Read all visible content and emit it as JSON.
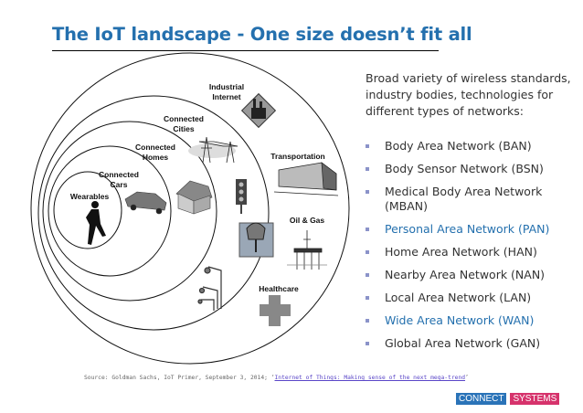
{
  "slide": {
    "title": "The IoT landscape - One size doesn’t fit all",
    "diagram": {
      "rings": [
        "Wearables",
        "Connected Cars",
        "Connected Homes",
        "Connected Cities",
        "Industrial Internet"
      ],
      "labels": {
        "wearables": "Wearables",
        "cars": [
          "Connected",
          "Cars"
        ],
        "homes": [
          "Connected",
          "Homes"
        ],
        "cities": [
          "Connected",
          "Cities"
        ],
        "industrial": [
          "Industrial",
          "Internet"
        ],
        "transportation": "Transportation",
        "oil_gas": "Oil & Gas",
        "healthcare": "Healthcare"
      },
      "icons": [
        "runner-icon",
        "car-icon",
        "house-icon",
        "power-lines-icon",
        "traffic-light-icon",
        "parking-meter-icon",
        "street-lamp-icon",
        "factory-icon",
        "train-icon",
        "oil-rig-icon",
        "medical-cross-icon"
      ]
    },
    "intro": "Broad variety of wireless standards, industry bodies, technologies for different types of networks:",
    "networks": [
      {
        "label": "Body Area Network (BAN)",
        "highlight": false
      },
      {
        "label": "Body Sensor Network (BSN)",
        "highlight": false
      },
      {
        "label": "Medical Body Area Network (MBAN)",
        "highlight": false
      },
      {
        "label": "Personal Area Network (PAN)",
        "highlight": true
      },
      {
        "label": "Home Area Network (HAN)",
        "highlight": false
      },
      {
        "label": "Nearby Area Network (NAN)",
        "highlight": false
      },
      {
        "label": "Local Area Network (LAN)",
        "highlight": false
      },
      {
        "label": "Wide Area Network (WAN)",
        "highlight": true
      },
      {
        "label": "Global Area Network (GAN)",
        "highlight": false
      }
    ],
    "source_prefix": "Source: Goldman Sachs, IoT Primer, September 3, 2014; ‘",
    "source_link": "Internet of Things: Making sense of the next mega-trend",
    "source_suffix": "’",
    "logo": {
      "left": "CONNECT",
      "right": "SYSTEMS"
    },
    "colors": {
      "title": "#2470ae",
      "bullet": "#8b93c9",
      "logo_blue": "#2a73b8",
      "logo_pink": "#d6336c"
    }
  }
}
